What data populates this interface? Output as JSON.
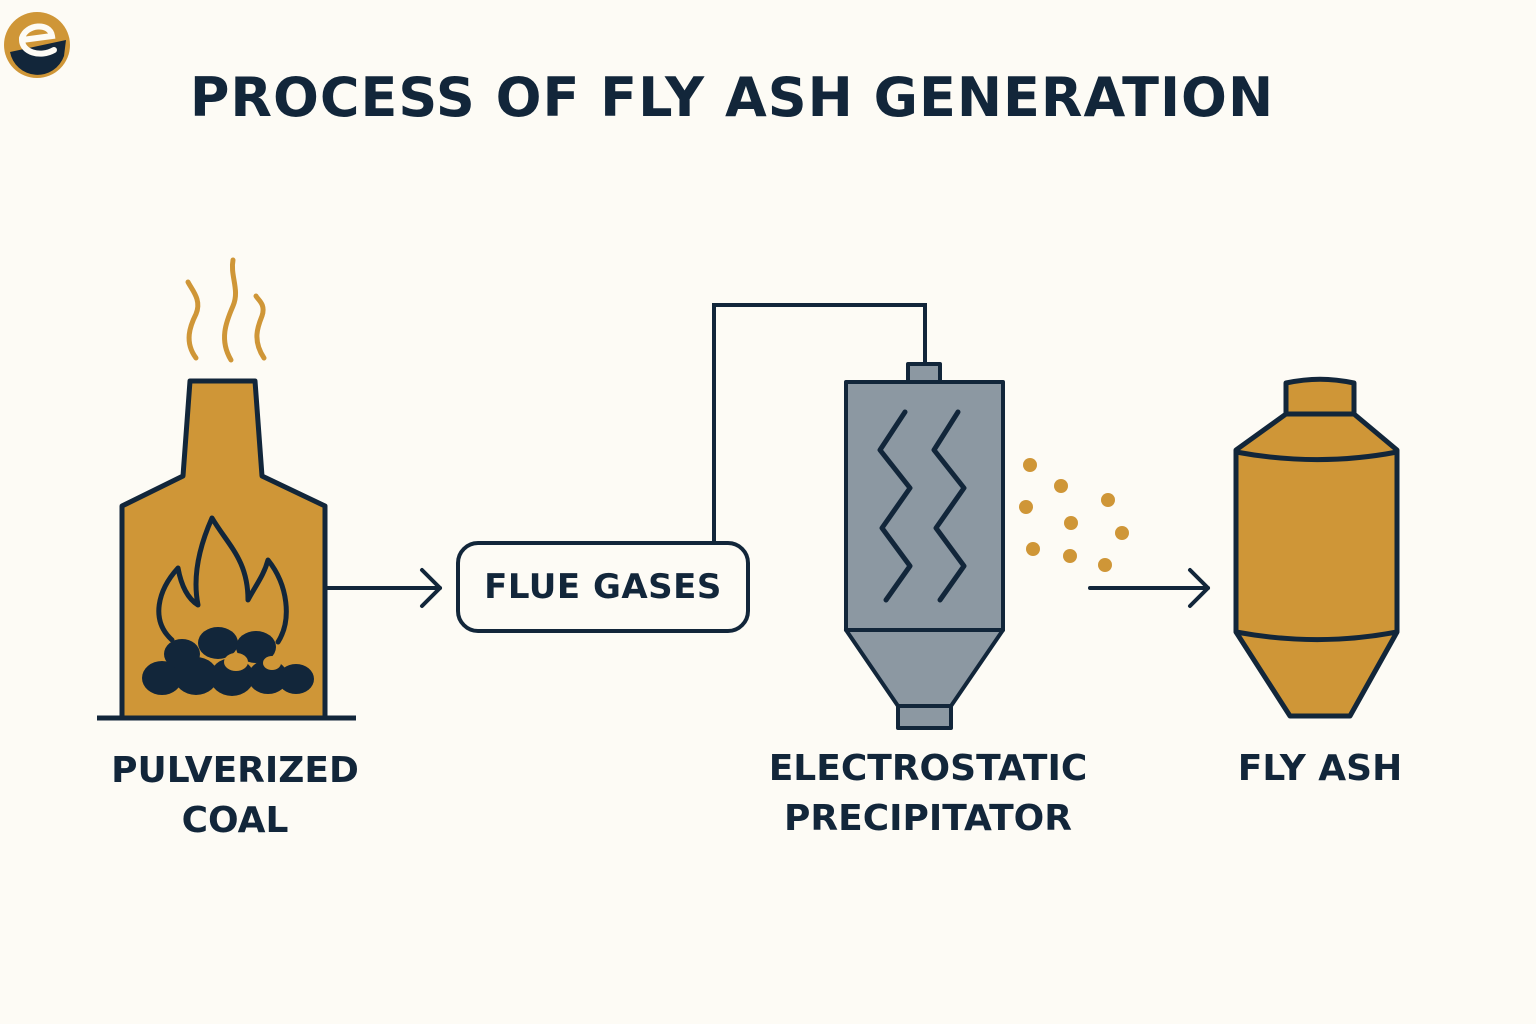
{
  "title": "PROCESS OF FLY ASH GENERATION",
  "stages": {
    "coal": {
      "line1": "PULVERIZED",
      "line2": "COAL"
    },
    "flue": {
      "label": "FLUE GASES"
    },
    "esp": {
      "line1": "ELECTROSTATIC",
      "line2": "PRECIPITATOR"
    },
    "ash": {
      "label": "FLY ASH"
    }
  },
  "colors": {
    "navy": "#12263a",
    "mustard": "#cf9637",
    "steel": "#8c98a2",
    "background": "#fdfbf5"
  },
  "icons": {
    "brand": "e-logo-icon",
    "furnace": "furnace-icon",
    "flame": "flame-icon",
    "coal": "coal-lumps-icon",
    "smoke": "smoke-icon",
    "precipitator": "precipitator-icon",
    "silo": "silo-icon",
    "particles": "ash-particles-icon"
  }
}
